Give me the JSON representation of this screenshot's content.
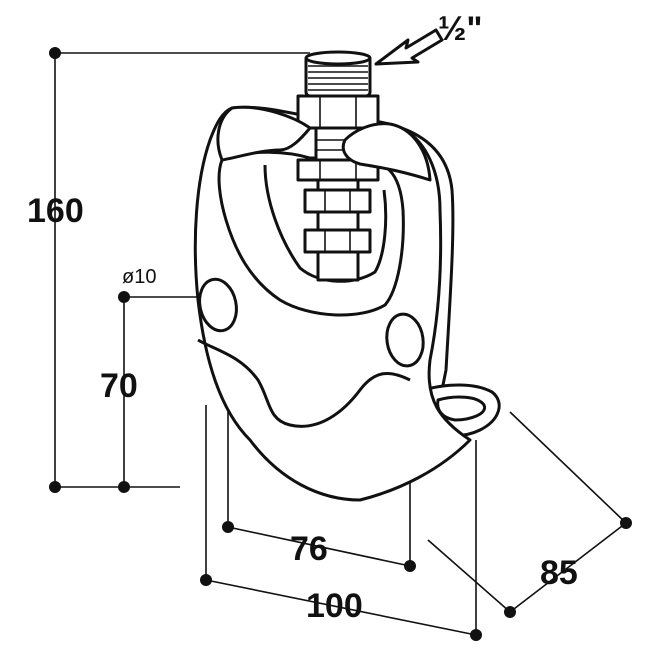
{
  "labels": {
    "thread_size": "½\"",
    "height_total": "160",
    "height_mount": "70",
    "hole_diameter": "ø10",
    "hole_spacing": "76",
    "width": "100",
    "depth": "85"
  }
}
